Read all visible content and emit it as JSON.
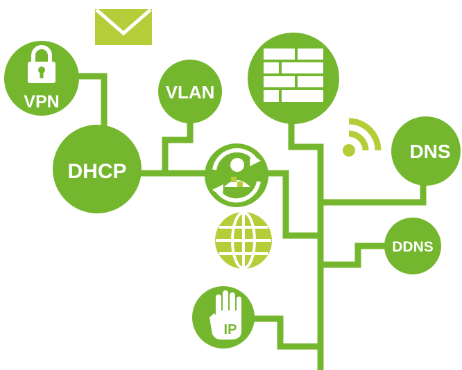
{
  "colors": {
    "primary_green": "#74b72e",
    "accent_lime": "#b6cd3a",
    "background": "#ffffff",
    "label": "#ffffff"
  },
  "nodes": {
    "vpn": {
      "label": "VPN",
      "icon": "padlock-icon"
    },
    "vlan": {
      "label": "VLAN"
    },
    "dhcp": {
      "label": "DHCP"
    },
    "dns": {
      "label": "DNS"
    },
    "ddns": {
      "label": "DDNS"
    },
    "firewall": {
      "icon": "brick-wall-icon"
    },
    "user_sync": {
      "icon": "user-sync-icon"
    },
    "ip_block": {
      "label": "IP",
      "icon": "stop-hand-icon"
    }
  },
  "decorations": {
    "email": {
      "icon": "envelope-icon"
    },
    "wireless": {
      "icon": "wifi-signal-icon"
    },
    "internet": {
      "icon": "globe-icon"
    }
  }
}
